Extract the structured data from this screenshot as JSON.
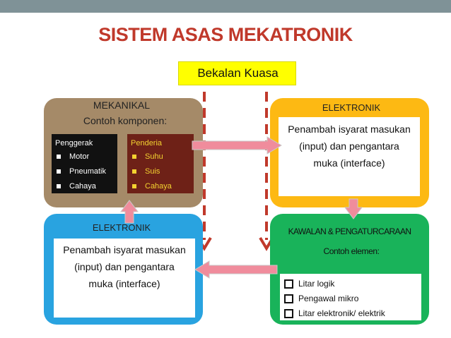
{
  "title": "SISTEM ASAS MEKATRONIK",
  "power": {
    "label": "Bekalan Kuasa"
  },
  "mekanikal": {
    "heading": "MEKANIKAL",
    "subheading": "Contoh komponen:",
    "penggerak": {
      "title": "Penggerak",
      "items": [
        "Motor",
        "Pneumatik",
        "Cahaya"
      ]
    },
    "penderia": {
      "title": "Penderia",
      "items": [
        "Suhu",
        "Suis",
        "Cahaya"
      ]
    }
  },
  "elektronik_top": {
    "heading": "ELEKTRONIK",
    "lines": [
      "Penambah isyarat masukan",
      "(input) dan pengantara",
      "muka (interface)"
    ]
  },
  "elektronik_bottom": {
    "heading": "ELEKTRONIK",
    "lines": [
      "Penambah isyarat masukan",
      "(input) dan pengantara",
      "muka (interface)"
    ]
  },
  "kawalan": {
    "heading": "KAWALAN & PENGATURCARAAN",
    "subheading": "Contoh elemen:",
    "items": [
      "Litar logik",
      "Pengawal mikro",
      "Litar elektronik/ elektrik"
    ]
  },
  "colors": {
    "title": "#c0392b",
    "mekanikal": "#a58a68",
    "elektronik_top": "#fdb913",
    "elektronik_bottom": "#29a3e0",
    "kawalan": "#19b35a",
    "penderia": "#6e2117",
    "arrow": "#f08c9c",
    "dashed": "#c0392b"
  }
}
